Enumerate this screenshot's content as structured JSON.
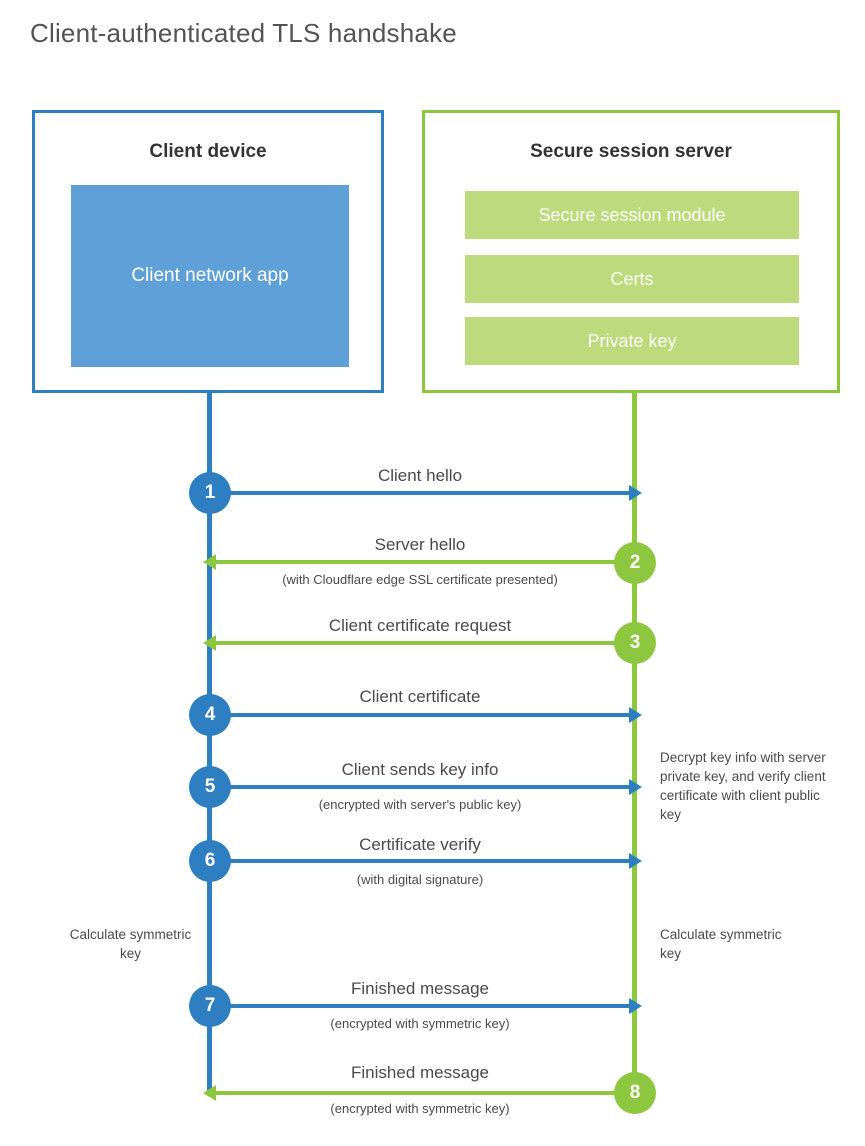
{
  "title": "Client-authenticated TLS handshake",
  "colors": {
    "blue": "#2E7FC1",
    "blue_fill": "#5FA0D8",
    "green": "#8DC63F",
    "green_fill": "#BDDB7C",
    "text": "#4a4a4a",
    "title_text": "#545454"
  },
  "client": {
    "title": "Client device",
    "app_label": "Client network app"
  },
  "server": {
    "title": "Secure session server",
    "modules": [
      {
        "label": "Secure session module"
      },
      {
        "label": "Certs"
      },
      {
        "label": "Private key"
      }
    ]
  },
  "steps": [
    {
      "number": "1",
      "label": "Client hello",
      "sub": "",
      "direction": "client-to-server",
      "color": "blue"
    },
    {
      "number": "2",
      "label": "Server hello",
      "sub": "(with Cloudflare edge SSL certificate presented)",
      "direction": "server-to-client",
      "color": "green"
    },
    {
      "number": "3",
      "label": "Client certificate request",
      "sub": "",
      "direction": "server-to-client",
      "color": "green"
    },
    {
      "number": "4",
      "label": "Client certificate",
      "sub": "",
      "direction": "client-to-server",
      "color": "blue"
    },
    {
      "number": "5",
      "label": "Client sends key info",
      "sub": "(encrypted with server's public key)",
      "direction": "client-to-server",
      "color": "blue"
    },
    {
      "number": "6",
      "label": "Certificate verify",
      "sub": "(with digital signature)",
      "direction": "client-to-server",
      "color": "blue"
    },
    {
      "number": "7",
      "label": "Finished message",
      "sub": "(encrypted with symmetric key)",
      "direction": "client-to-server",
      "color": "blue"
    },
    {
      "number": "8",
      "label": "Finished message",
      "sub": "(encrypted with symmetric key)",
      "direction": "server-to-client",
      "color": "green"
    }
  ],
  "notes": {
    "server_decrypt": "Decrypt key info with server private key, and verify client certificate with client public key",
    "client_calculate": "Calculate symmetric key",
    "server_calculate": "Calculate symmetric key"
  }
}
